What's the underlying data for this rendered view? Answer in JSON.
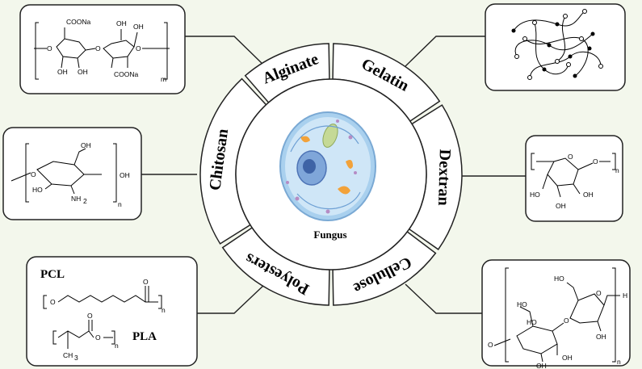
{
  "center": {
    "label": "Fungus"
  },
  "segments": {
    "alginate": "Alginate",
    "gelatin": "Gelatin",
    "dextran": "Dextran",
    "cellulose": "Cellulose",
    "polyesters": "Polyesters",
    "chitosan": "Chitosan"
  },
  "structures": {
    "alginate": {
      "coona_top": "COONa",
      "coona_bottom": "COONa",
      "oh": "OH",
      "o": "O",
      "m": "m"
    },
    "chitosan": {
      "oh": "OH",
      "ho": "HO",
      "nh2": "NH",
      "sub2": "2",
      "n": "n",
      "o": "O"
    },
    "polyesters": {
      "pcl": "PCL",
      "pla": "PLA",
      "o": "O",
      "n": "n",
      "ch3": "CH",
      "sub3": "3"
    },
    "dextran": {
      "oh": "OH",
      "ho": "HO",
      "o": "O",
      "n": "n"
    },
    "cellulose": {
      "oh": "OH",
      "ho": "HO",
      "o": "O",
      "h": "H",
      "n": "n"
    }
  },
  "colors": {
    "background": "#f3f7ec",
    "ring_fill": "#ffffff",
    "outline": "#222222",
    "cell_fill": "#bcdaf2",
    "nucleus": "#5c88c8",
    "mitochondria": "#f2a23a",
    "vacuole": "#b7d08a",
    "vesicles": "#b58cc4"
  }
}
